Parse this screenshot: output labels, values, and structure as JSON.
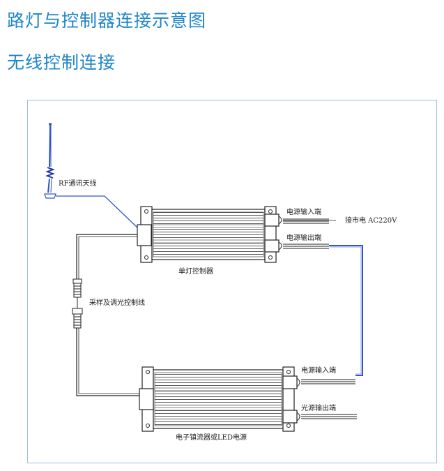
{
  "page": {
    "title": "路灯与控制器连接示意图",
    "subtitle": "无线控制连接"
  },
  "diagram": {
    "antenna_label": "RF通讯天线",
    "controller_label": "单灯控制器",
    "controller_input_label": "电源输入端",
    "mains_label": "接市电 AC220V",
    "controller_output_label": "电源输出端",
    "signal_cable_label": "采样及调光控制线",
    "ballast_input_label": "电源输入端",
    "ballast_output_label": "光源输出端",
    "ballast_label": "电子镇流器或LED电源",
    "colors": {
      "title": "#1f86c8",
      "wire_blue": "#3355cc",
      "frame": "#9fbfd6",
      "device_line": "#222222"
    }
  }
}
